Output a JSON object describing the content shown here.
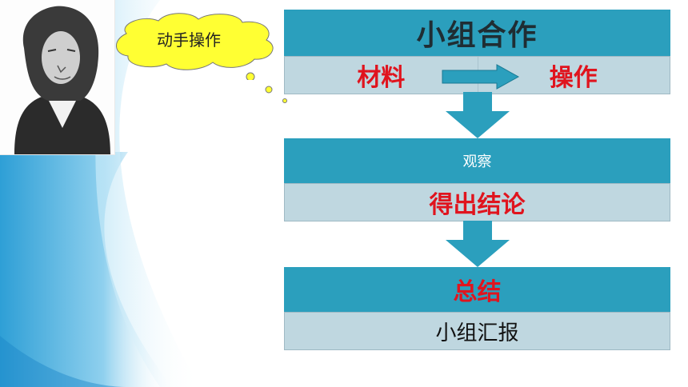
{
  "bubble": {
    "text": "动手操作"
  },
  "flow": {
    "block1": {
      "title": "小组合作",
      "left": "材料",
      "right": "操作"
    },
    "block2": {
      "title": "观察",
      "result": "得出结论"
    },
    "block3": {
      "title": "总结",
      "result": "小组汇报"
    }
  },
  "colors": {
    "header_blue": "#2b9fbd",
    "body_gray_blue": "#bfd7e0",
    "accent_red": "#e0141e",
    "bubble_yellow": "#ffff33"
  }
}
